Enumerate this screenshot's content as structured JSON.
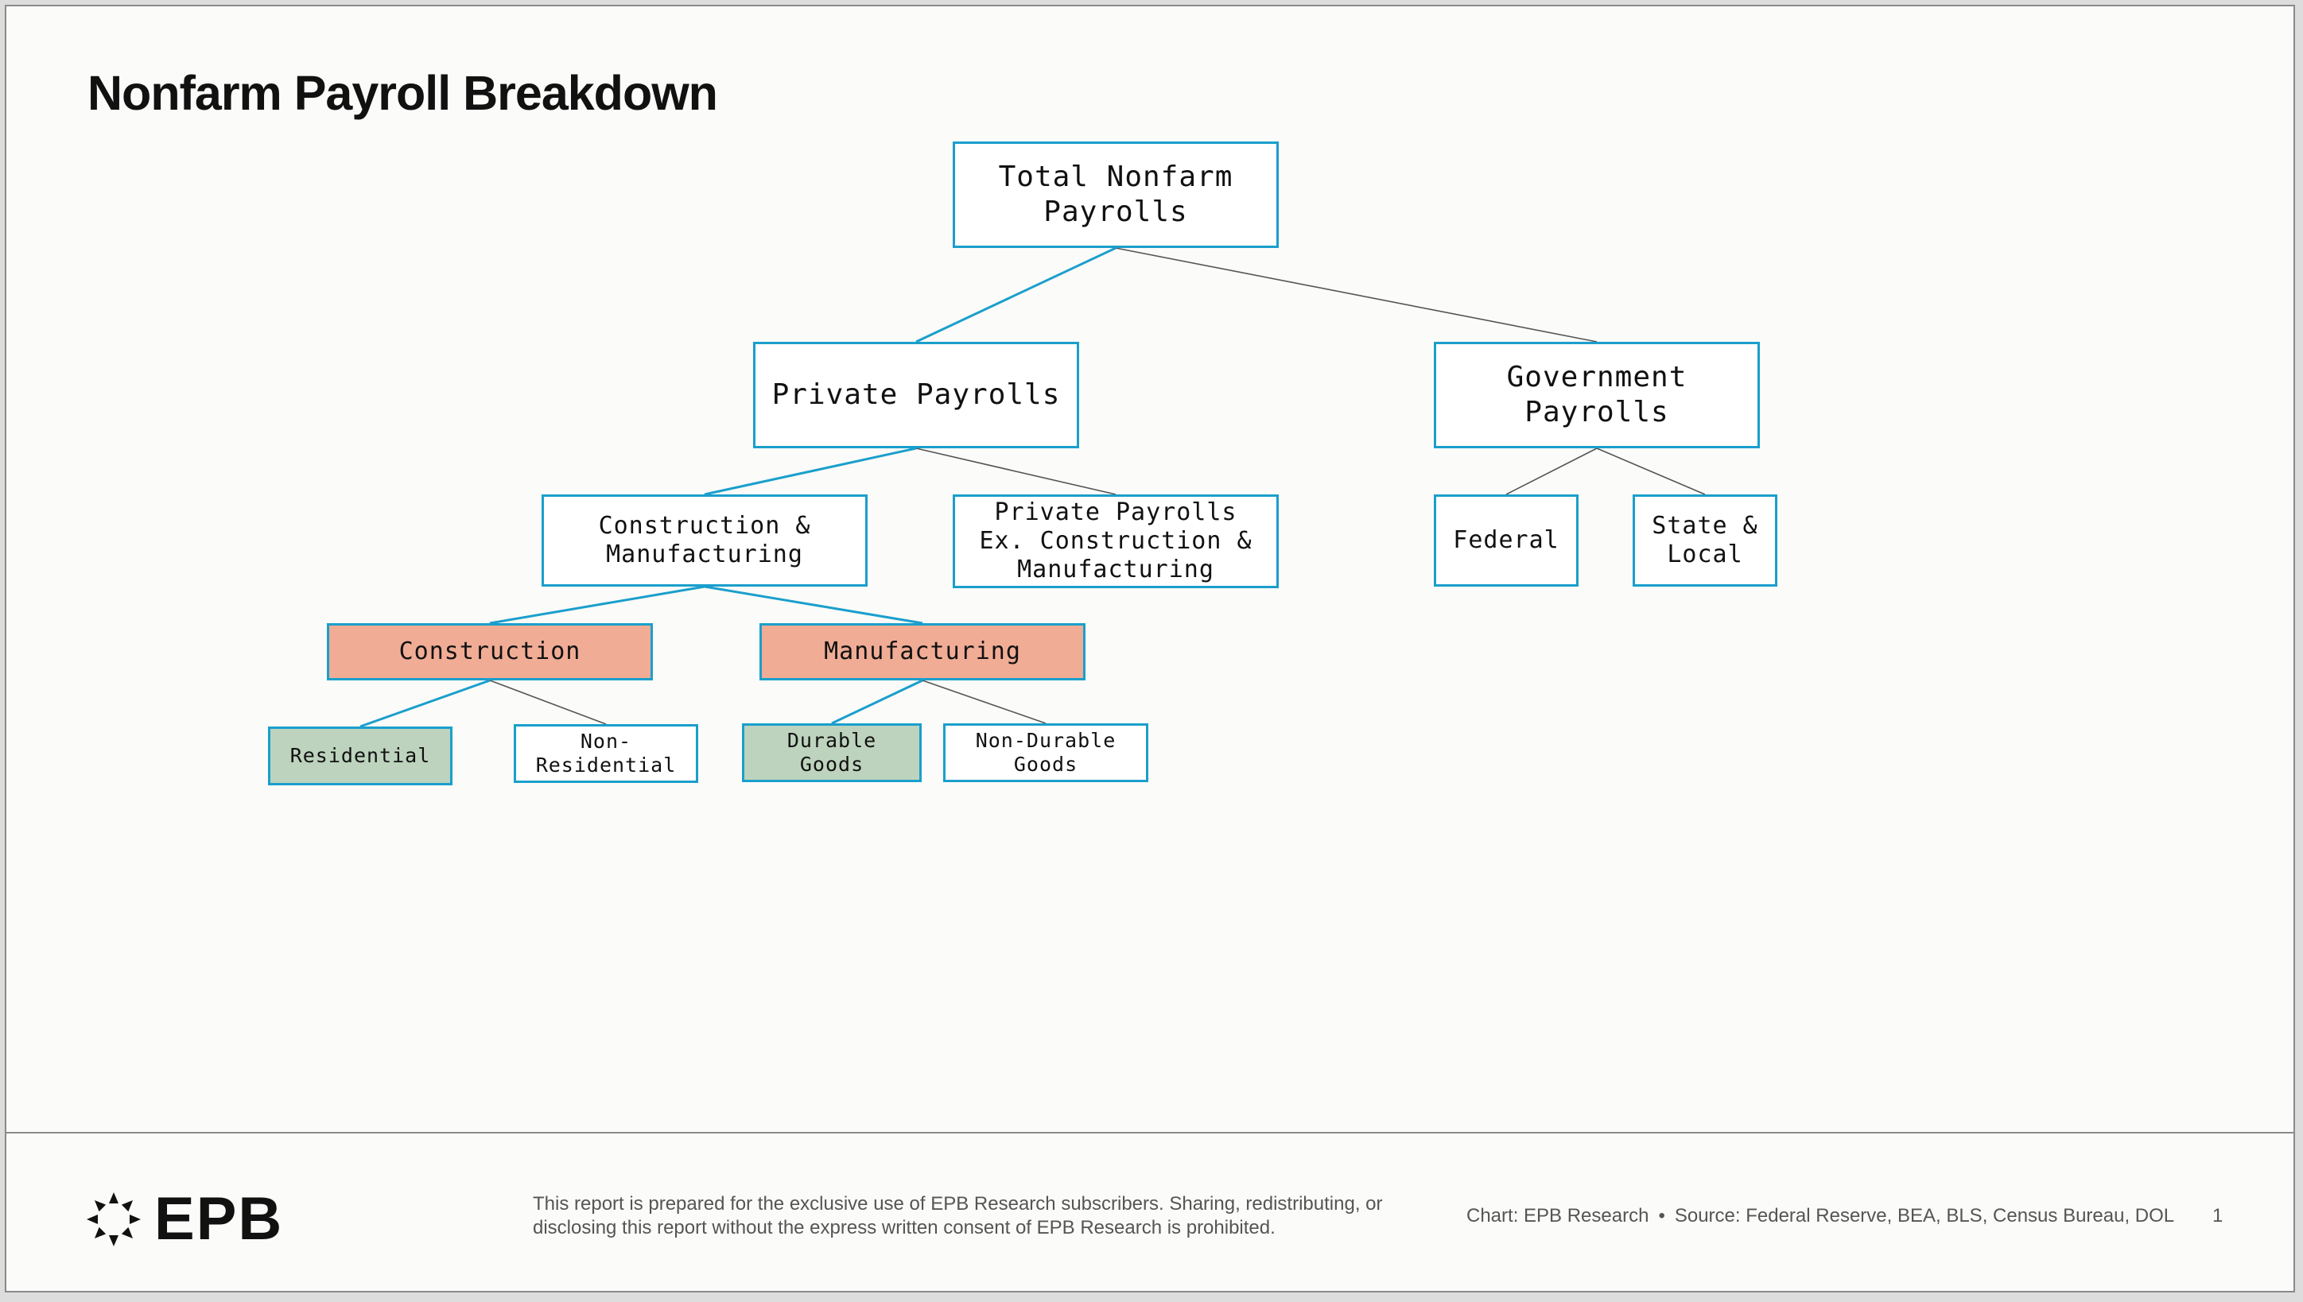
{
  "title": "Nonfarm Payroll Breakdown",
  "colors": {
    "border": "#1a9fcc",
    "connector_highlight": "#1a9fcc",
    "connector_muted": "#555555",
    "salmon_fill": "#f0ac95",
    "sage_fill": "#bdd3bd",
    "white_fill": "#ffffff"
  },
  "nodes": [
    {
      "id": "total",
      "label": "Total Nonfarm\nPayrolls",
      "fill": "white"
    },
    {
      "id": "private",
      "label": "Private Payrolls",
      "fill": "white"
    },
    {
      "id": "government",
      "label": "Government\nPayrolls",
      "fill": "white"
    },
    {
      "id": "cm",
      "label": "Construction &\nManufacturing",
      "fill": "white"
    },
    {
      "id": "privex",
      "label": "Private Payrolls\nEx. Construction &\nManufacturing",
      "fill": "white"
    },
    {
      "id": "federal",
      "label": "Federal",
      "fill": "white"
    },
    {
      "id": "statelocal",
      "label": "State &\nLocal",
      "fill": "white"
    },
    {
      "id": "construction",
      "label": "Construction",
      "fill": "salmon"
    },
    {
      "id": "manufacturing",
      "label": "Manufacturing",
      "fill": "salmon"
    },
    {
      "id": "residential",
      "label": "Residential",
      "fill": "sage"
    },
    {
      "id": "nonresidential",
      "label": "Non-\nResidential",
      "fill": "white"
    },
    {
      "id": "durable",
      "label": "Durable\nGoods",
      "fill": "sage"
    },
    {
      "id": "nondurable",
      "label": "Non-Durable\nGoods",
      "fill": "white"
    }
  ],
  "edges": [
    {
      "from": "total",
      "to": "private",
      "highlight": true
    },
    {
      "from": "total",
      "to": "government",
      "highlight": false
    },
    {
      "from": "private",
      "to": "cm",
      "highlight": true
    },
    {
      "from": "private",
      "to": "privex",
      "highlight": false
    },
    {
      "from": "government",
      "to": "federal",
      "highlight": false
    },
    {
      "from": "government",
      "to": "statelocal",
      "highlight": false
    },
    {
      "from": "cm",
      "to": "construction",
      "highlight": true
    },
    {
      "from": "cm",
      "to": "manufacturing",
      "highlight": true
    },
    {
      "from": "construction",
      "to": "residential",
      "highlight": true
    },
    {
      "from": "construction",
      "to": "nonresidential",
      "highlight": false
    },
    {
      "from": "manufacturing",
      "to": "durable",
      "highlight": true
    },
    {
      "from": "manufacturing",
      "to": "nondurable",
      "highlight": false
    }
  ],
  "footer": {
    "logo_text": "EPB",
    "disclaimer": "This report is prepared for the exclusive use of EPB Research subscribers. Sharing, redistributing, or disclosing this report without the express written consent of EPB Research is prohibited.",
    "chart_credit": "Chart: EPB Research",
    "source": "Source: Federal Reserve, BEA, BLS, Census Bureau, DOL",
    "separator": "•",
    "page_number": "1"
  }
}
